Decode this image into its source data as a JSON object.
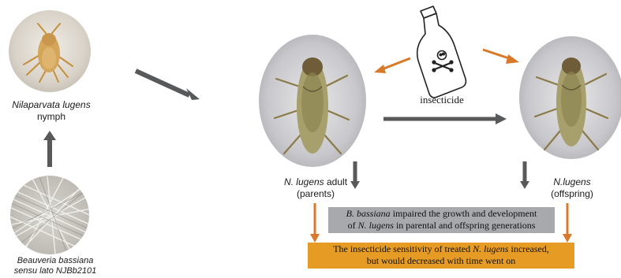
{
  "nodes": {
    "nymph": {
      "name": "Nilaparvata lugens",
      "stage": "nymph"
    },
    "fungus": {
      "line1": "Beauveria bassiana",
      "line2": "sensu lato NJBb2101"
    },
    "adult": {
      "name": "N. lugens",
      "suffix": " adult",
      "role": "(parents)"
    },
    "offspring": {
      "name": "N.lugens",
      "role": "(offspring)"
    },
    "insecticide": {
      "label": "insecticide"
    }
  },
  "boxes": {
    "growth": {
      "a_name": "B. bassiana",
      "a_text": " impaired the growth and development",
      "b_pre": "of ",
      "b_name": "N. lugens",
      "b_text": " in parental and offspring generations"
    },
    "sensitivity": {
      "a_text": "The insecticide sensitivity of treated ",
      "a_name": "N. lugens",
      "a_end": " increased,",
      "b_text": "but would decreased with time went on"
    }
  },
  "colors": {
    "dark_arrow": "#58595b",
    "orange_arrow": "#d97a2b",
    "growth_box": "#a7a9ac",
    "sensitivity_box": "#e69b25"
  }
}
